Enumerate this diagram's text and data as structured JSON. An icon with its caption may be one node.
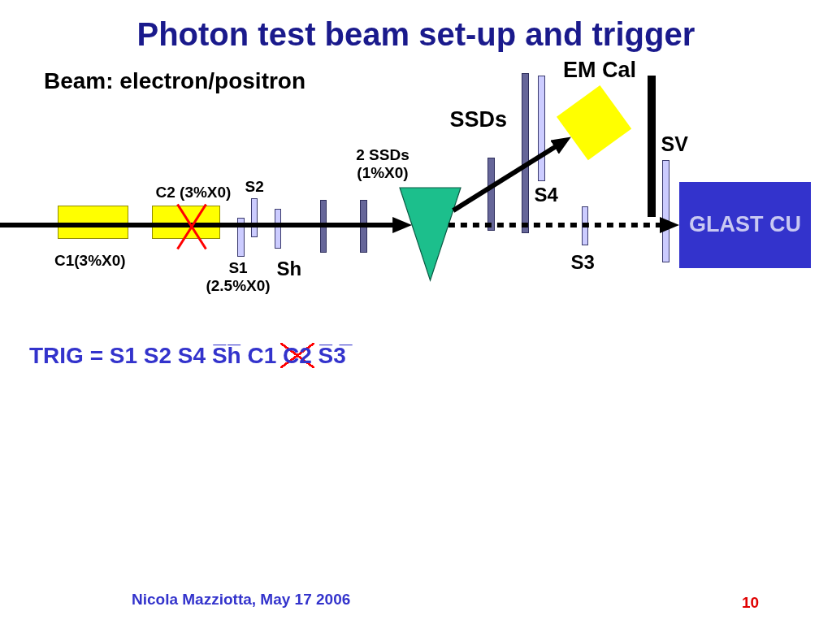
{
  "diagram": {
    "title": "Photon test beam set-up and trigger",
    "nodes": [
      {
        "text": [
          "C1(3%X0)"
        ]
      },
      {
        "text": [
          "C2 (3%X0)"
        ]
      },
      {
        "text": [
          "S1 (2.5%X0)"
        ]
      },
      {
        "text": [
          "S2"
        ]
      },
      {
        "text": [
          "Sh"
        ]
      },
      {
        "text": [],
        "shape": "bar"
      },
      {
        "text": [],
        "shape": "bar"
      },
      {
        "text": [],
        "shape": "triangle"
      },
      {
        "text": [],
        "shape": "bar"
      },
      {
        "text": [],
        "shape": "bar"
      },
      {
        "text": [
          "S4"
        ]
      },
      {
        "text": [
          "EM Cal"
        ]
      },
      {
        "text": [
          "S3"
        ]
      },
      {
        "text": [],
        "shape": "bar"
      },
      {
        "text": [
          "SV"
        ]
      },
      {
        "text": [
          "GLAST CU"
        ]
      }
    ],
    "edges": [
      {
        "from": null,
        "to": 7,
        "arrow": "to"
      },
      {
        "from": 7,
        "to": 11,
        "arrow": "to"
      },
      {
        "from": 7,
        "to": 15,
        "arrow": "to",
        "style": "dashed"
      }
    ],
    "labels": [
      "Beam: electron/positron",
      "SSDs",
      "2 SSDs (1%X0)",
      "TRIG = S1 S2 S4 S̅h̅ C1 C2 S̅3̅",
      "Nicola Mazziotta, May 17 2006",
      "10"
    ]
  }
}
